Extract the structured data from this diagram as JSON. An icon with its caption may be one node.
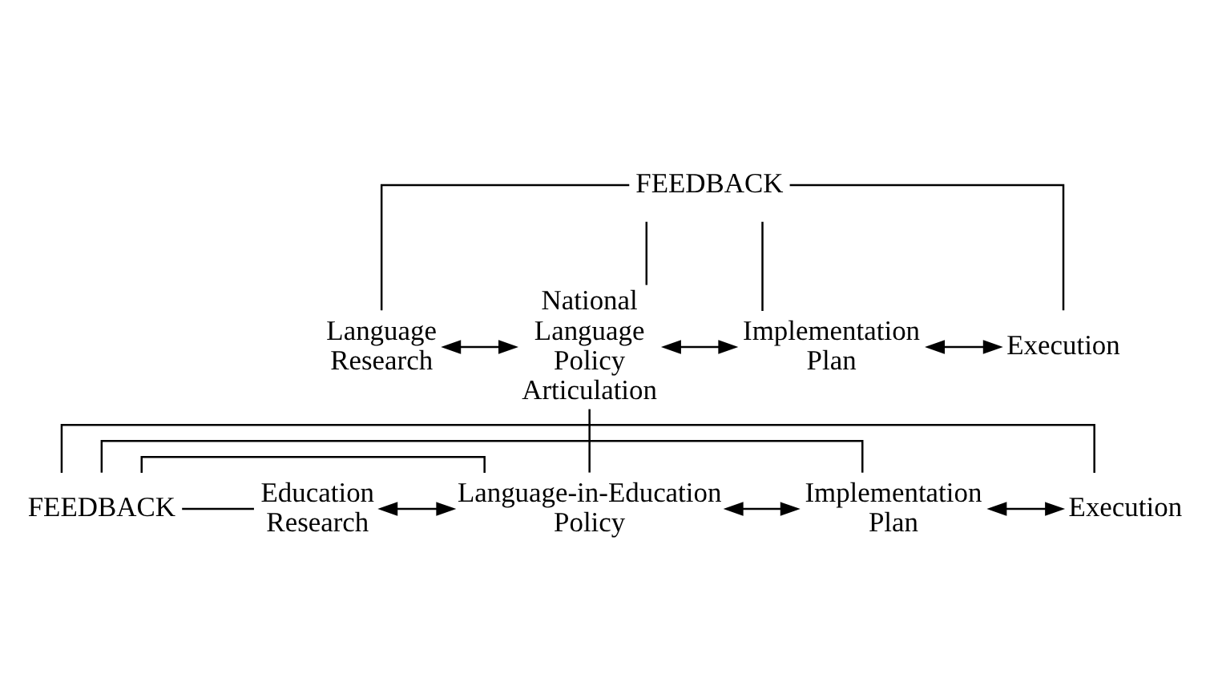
{
  "diagram": {
    "nodes": [
      {
        "text": [
          "FEEDBACK"
        ]
      },
      {
        "text": [
          "Language Research"
        ]
      },
      {
        "text": [
          "National Language Policy Articulation"
        ]
      },
      {
        "text": [
          "Implementation Plan"
        ]
      },
      {
        "text": [
          "Execution"
        ]
      },
      {
        "text": [
          "Education Research"
        ]
      },
      {
        "text": [
          "Language-in-Education Policy"
        ]
      },
      {
        "text": [
          "Implementation Plan"
        ]
      },
      {
        "text": [
          "Execution"
        ]
      },
      {
        "text": [
          "FEEDBACK"
        ]
      }
    ],
    "edges": [
      {
        "from": 0,
        "to": 1,
        "arrow": "none"
      },
      {
        "from": 0,
        "to": 2,
        "arrow": "none"
      },
      {
        "from": 0,
        "to": 3,
        "arrow": "none"
      },
      {
        "from": 0,
        "to": 4,
        "arrow": "none"
      },
      {
        "from": 1,
        "to": 2,
        "arrow": "both"
      },
      {
        "from": 2,
        "to": 3,
        "arrow": "both"
      },
      {
        "from": 3,
        "to": 4,
        "arrow": "both"
      },
      {
        "from": 2,
        "to": 6,
        "arrow": "none"
      },
      {
        "from": 5,
        "to": 6,
        "arrow": "both"
      },
      {
        "from": 6,
        "to": 7,
        "arrow": "both"
      },
      {
        "from": 7,
        "to": 8,
        "arrow": "both"
      },
      {
        "from": 9,
        "to": 5,
        "arrow": "none"
      },
      {
        "from": 9,
        "to": 6,
        "arrow": "none"
      },
      {
        "from": 9,
        "to": 7,
        "arrow": "none"
      },
      {
        "from": 9,
        "to": 8,
        "arrow": "none"
      }
    ]
  }
}
